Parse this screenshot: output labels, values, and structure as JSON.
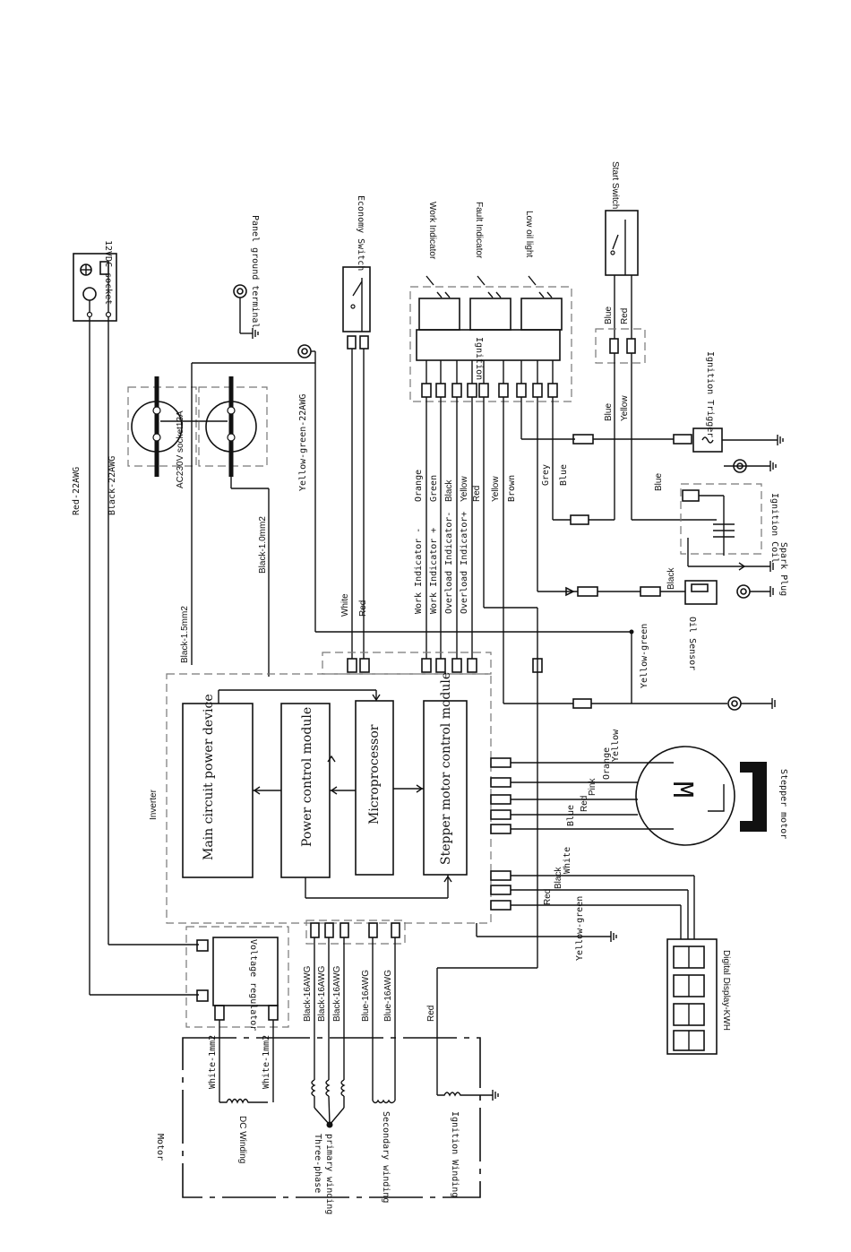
{
  "components": {
    "dc_socket": "12VDC socket",
    "panel_ground": "Panel ground terminal",
    "economy_switch": "Economy Switch",
    "work_indicator": "Work Indicator",
    "fault_indicator": "Fault Indicator",
    "low_oil_light": "Low oil light",
    "start_switch": "Start Switch",
    "ignition_box": "Ignition",
    "ignition_trigger": "Ignition Trigger",
    "ignition_coil": "Ignition Coil",
    "spark_plug": "Spark Plug",
    "oil_sensor": "Oil Sensor",
    "ac_socket": "AC230V socket13A",
    "inverter": "Inverter",
    "main_circuit": "Main circuit power device",
    "power_control": "Power control module",
    "microprocessor": "Microprocessor",
    "stepper_control": "Stepper motor control module",
    "motor_letter": "M",
    "stepper_motor": "Stepper motor",
    "digital_display": "Digital Display-KWH",
    "voltage_regulator": "Voltage regulator",
    "motor": "Motor",
    "dc_winding": "DC Winding",
    "three_phase": "Three-phase",
    "primary_winding": "primary winding",
    "secondary_winding": "Secondary winding",
    "ignition_winding": "Ignition Winding"
  },
  "wires": {
    "red_22awg": "Red-22AWG",
    "black_22awg": "Black-22AWG",
    "yellow_green_22awg": "Yellow-green-22AWG",
    "black_1mm2": "Black-1.0mm2",
    "black_15mm2": "Black-1.5mm2",
    "white": "White",
    "red": "Red",
    "orange": "Orange",
    "green": "Green",
    "black": "Black",
    "yellow": "Yellow",
    "brown": "Brown",
    "grey": "Grey",
    "blue": "Blue",
    "work_ind_minus": "Work Indicator -",
    "work_ind_plus": "Work Indicator +",
    "overload_minus": "Overload Indicator-",
    "overload_plus": "Overload Indicator+",
    "yellow_green": "Yellow-green",
    "pink": "Pink",
    "white_1mm2": "White-1mm2",
    "black_16awg": "Black-16AWG",
    "blue_16awg": "Blue-16AWG"
  }
}
